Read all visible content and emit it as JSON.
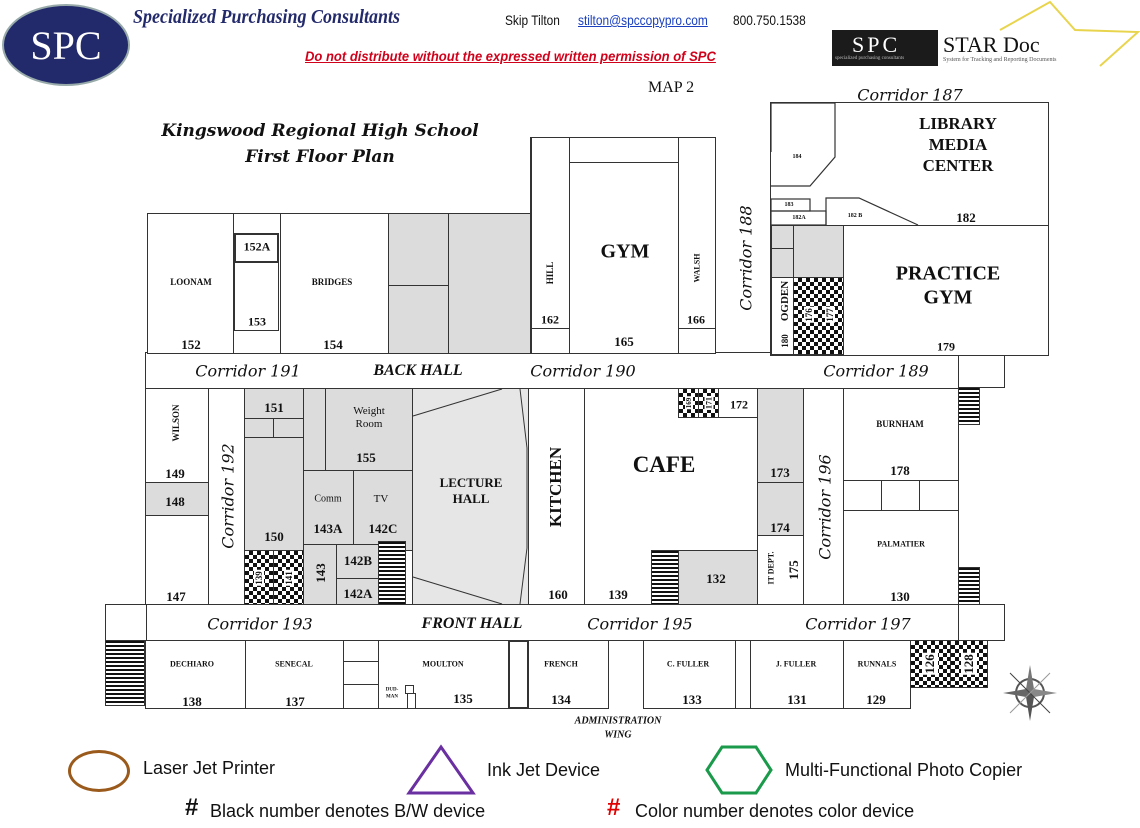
{
  "header": {
    "logo_text": "SPC",
    "company": "Specialized Purchasing Consultants",
    "contact_name": "Skip Tilton",
    "email": "stilton@spccopypro.com",
    "phone": "800.750.1538",
    "warning": "Do not distribute without the expressed written permission of SPC",
    "star_doc": {
      "logo": "SPC",
      "logo_sub": "specialized purchasing consultants",
      "title": "STAR Doc",
      "tagline": "System for Tracking and Reporting Documents"
    },
    "colors": {
      "navy": "#232a6b",
      "red": "#d0021b",
      "link": "#1a3fbf",
      "star": "#e8d44d"
    }
  },
  "map": {
    "label": "MAP 2",
    "title": "Kingswood Regional High School",
    "subtitle": "First Floor Plan",
    "admin_wing": [
      "ADMINISTRATION",
      "WING"
    ],
    "halls": {
      "back": "BACK HALL",
      "front": "FRONT HALL"
    },
    "corridors": {
      "c187": "Corridor 187",
      "c188": "Corridor 188",
      "c189": "Corridor 189",
      "c190": "Corridor 190",
      "c191": "Corridor 191",
      "c192": "Corridor 192",
      "c193": "Corridor 193",
      "c195": "Corridor 195",
      "c196": "Corridor 196",
      "c197": "Corridor 197"
    },
    "names": {
      "loonam": "LOONAM",
      "bridges": "BRIDGES",
      "hill": "HILL",
      "gym": "GYM",
      "walsh": "WALSH",
      "library": [
        "LIBRARY",
        "MEDIA",
        "CENTER"
      ],
      "practice_gym": [
        "PRACTICE",
        "GYM"
      ],
      "ogden": "OGDEN",
      "wilson": "WILSON",
      "weight_room": [
        "Weight",
        "Room"
      ],
      "comm": "Comm",
      "tv": "TV",
      "lecture_hall": [
        "LECTURE",
        "HALL"
      ],
      "kitchen": "KITCHEN",
      "cafe": "CAFE",
      "it_dept": "IT DEPT.",
      "burnham": "BURNHAM",
      "palmatier": "PALMATIER",
      "dechiaro": "DECHIARO",
      "senecal": "SENECAL",
      "moulton": "MOULTON",
      "dudman": [
        "DUD-",
        "MAN"
      ],
      "french": "FRENCH",
      "c_fuller": "C. FULLER",
      "j_fuller": "J. FULLER",
      "runnals": "RUNNALS"
    },
    "rooms": {
      "r152": "152",
      "r152a": "152A",
      "r153": "153",
      "r154": "154",
      "r162": "162",
      "r165": "165",
      "r166": "166",
      "r184": "184",
      "r183": "183",
      "r182a": "182A",
      "r182b": "182 B",
      "r182": "182",
      "r176": "176",
      "r177": "177",
      "r180": "180",
      "r179": "179",
      "r149": "149",
      "r148": "148",
      "r147": "147",
      "r151": "151",
      "r150": "150",
      "r139a": "139",
      "r141": "141",
      "r155": "155",
      "r143a": "143A",
      "r142c": "142C",
      "r143": "143",
      "r142b": "142B",
      "r142a": "142A",
      "r160": "160",
      "r139": "139",
      "r169": "169",
      "r171": "171",
      "r172": "172",
      "r173": "173",
      "r174": "174",
      "r175": "175",
      "r132": "132",
      "r178": "178",
      "r130": "130",
      "r138": "138",
      "r137": "137",
      "r135": "135",
      "r134": "134",
      "r133": "133",
      "r131": "131",
      "r129": "129",
      "r126": "126",
      "r128": "128"
    }
  },
  "legend": {
    "laser": "Laser Jet Printer",
    "inkjet": "Ink Jet Device",
    "mfp": "Multi-Functional Photo Copier",
    "hash": "#",
    "bw": "Black number denotes B/W device",
    "color": "Color number denotes color device",
    "colors": {
      "laser": "#9a5a1c",
      "inkjet": "#6a2fa0",
      "mfp": "#1a9a4a",
      "color_hash": "#e00000"
    }
  }
}
